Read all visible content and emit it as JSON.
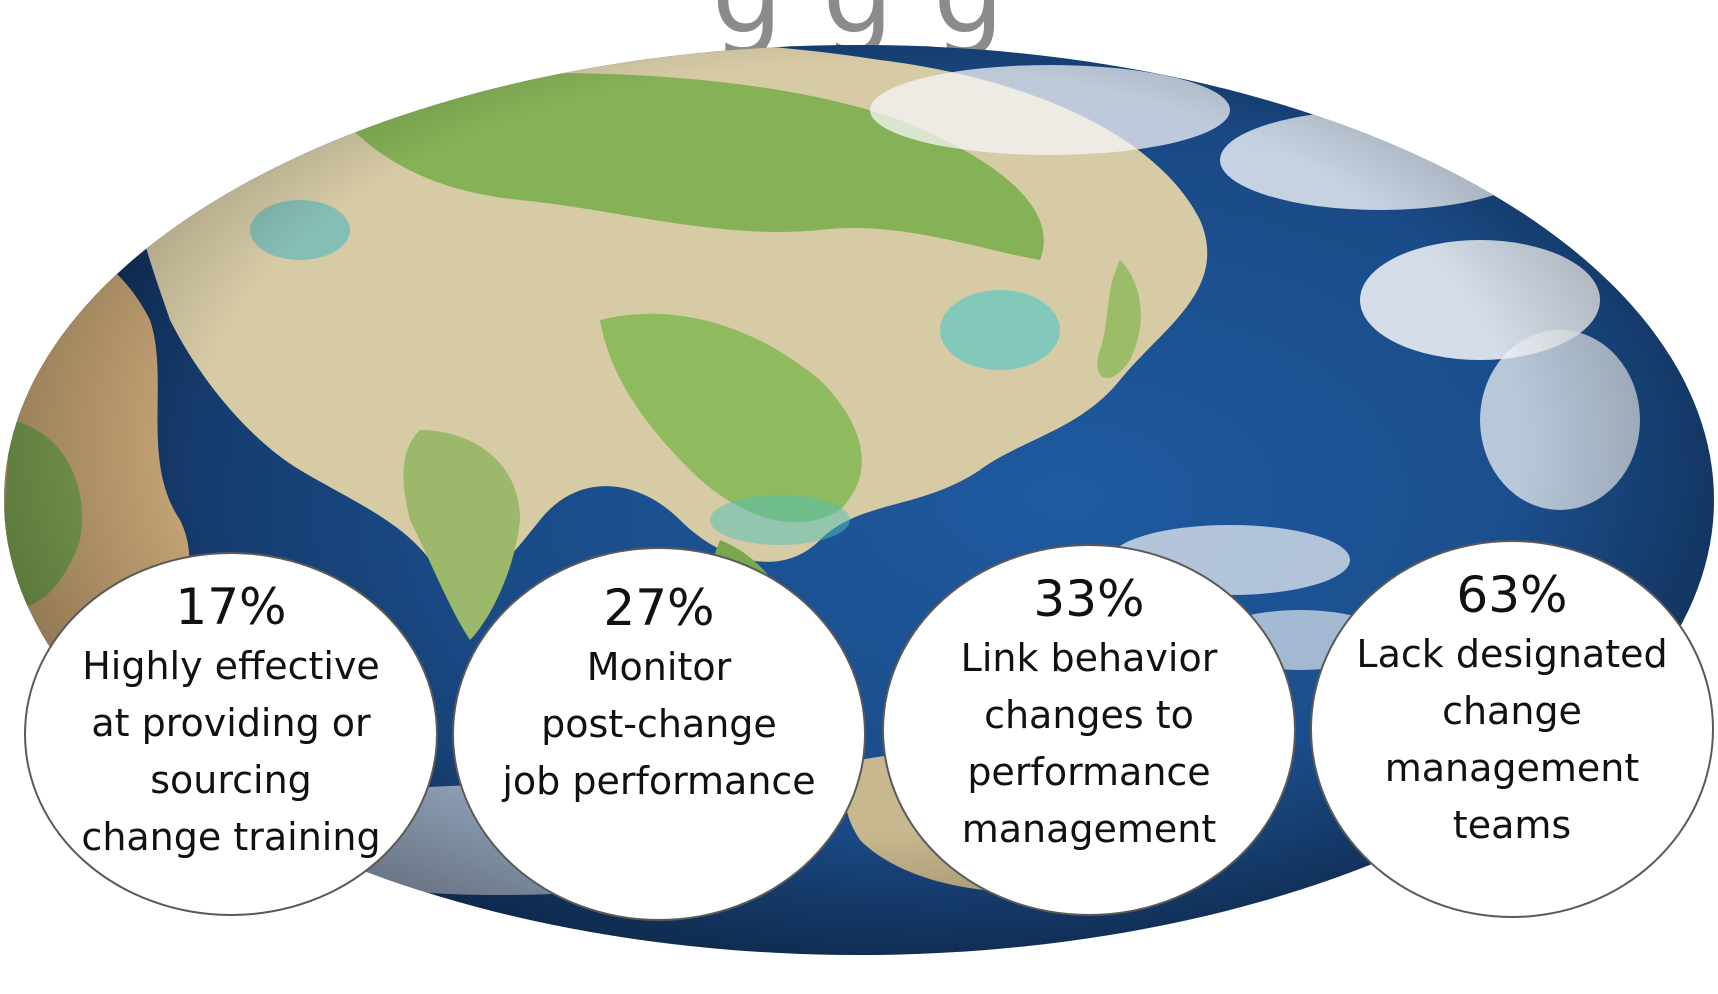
{
  "title": {
    "fragment": "g                                        g  g"
  },
  "stats": [
    {
      "value": "17%",
      "label_lines": [
        "Highly effective",
        "at providing or",
        "sourcing",
        "change training"
      ]
    },
    {
      "value": "27%",
      "label_lines": [
        "Monitor",
        "post-change",
        "job performance"
      ]
    },
    {
      "value": "33%",
      "label_lines": [
        "Link behavior",
        "changes to",
        "performance",
        "management"
      ]
    },
    {
      "value": "63%",
      "label_lines": [
        "Lack designated",
        "change",
        "management",
        "teams"
      ]
    }
  ],
  "colors": {
    "ocean": "#1d4f8c",
    "land_green": "#8ab65a",
    "land_desert": "#d8c7a0",
    "cloud": "#f4f6f8",
    "circle_border": "#5a5a5a"
  }
}
